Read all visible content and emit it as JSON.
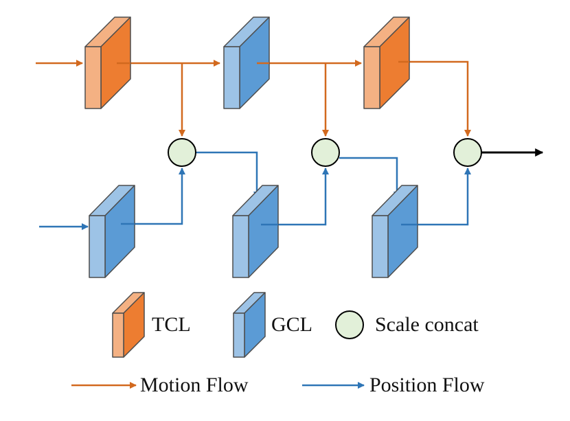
{
  "colors": {
    "motion_flow": "#D2691E",
    "position_flow": "#2E75B6",
    "output_arrow": "#000000",
    "tcl_front": "#F4B183",
    "tcl_side": "#ED7D31",
    "gcl_front": "#9DC3E6",
    "gcl_side": "#5B9BD5",
    "concat_fill": "#E2F0D9"
  },
  "legend": {
    "tcl_label": "TCL",
    "gcl_label": "GCL",
    "concat_label": "Scale concat",
    "motion_label": "Motion Flow",
    "position_label": "Position Flow"
  },
  "diagram": {
    "top_row": [
      "TCL",
      "GCL",
      "TCL"
    ],
    "bottom_row": [
      "GCL",
      "GCL",
      "GCL"
    ],
    "concat_nodes": 3
  }
}
